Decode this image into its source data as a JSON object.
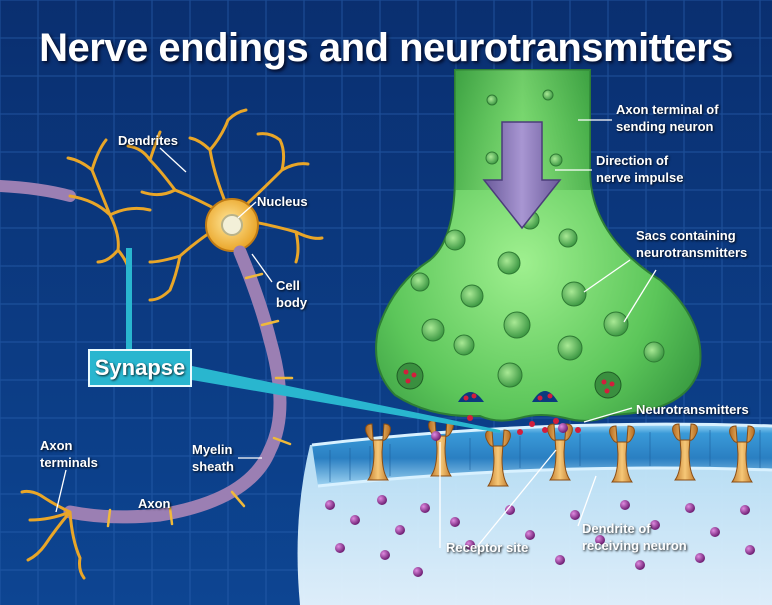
{
  "title": "Nerve endings and neurotransmitters",
  "labels": {
    "dendrites": "Dendrites",
    "nucleus": "Nucleus",
    "cell_body_1": "Cell",
    "cell_body_2": "body",
    "synapse": "Synapse",
    "axon_terminals_1": "Axon",
    "axon_terminals_2": "terminals",
    "myelin_1": "Myelin",
    "myelin_2": "sheath",
    "axon": "Axon",
    "axon_terminal_sending_1": "Axon terminal of",
    "axon_terminal_sending_2": "sending neuron",
    "direction_1": "Direction of",
    "direction_2": "nerve impulse",
    "sacs_1": "Sacs containing",
    "sacs_2": "neurotransmitters",
    "neurotransmitters": "Neurotransmitters",
    "receptor_site": "Receptor site",
    "dendrite_receiving_1": "Dendrite of",
    "dendrite_receiving_2": "receiving neuron"
  },
  "colors": {
    "background": "#0b3a7e",
    "terminal_green": "#6fd06a",
    "membrane_blue": "#2f8fcf",
    "receptor_orange": "#e0a04a",
    "neurotransmitter_purple": "#8a2b8a",
    "synapse_box": "#29b6cf",
    "neuron_yellow": "#f0b93a",
    "myelin_purple": "#9b7fb3"
  }
}
